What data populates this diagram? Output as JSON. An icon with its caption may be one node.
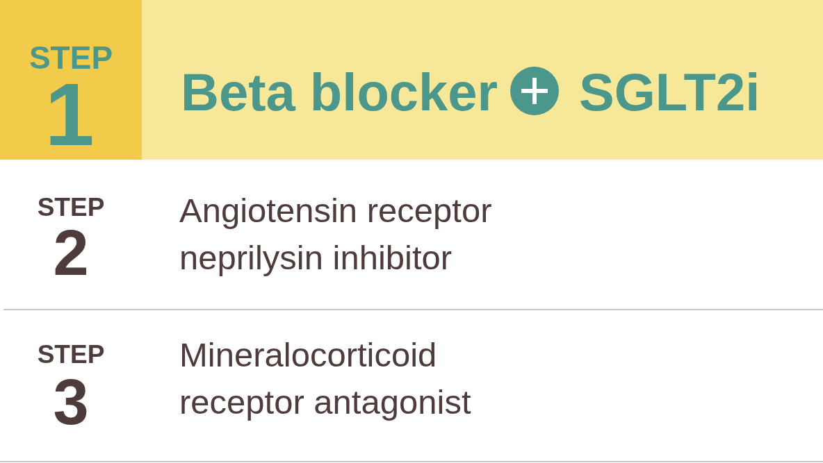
{
  "diagram": {
    "nodes": [
      {
        "text": [
          "Beta blocker",
          "SGLT2i"
        ]
      },
      {
        "text": [
          "STEP",
          "1"
        ],
        "in": 0
      },
      {
        "text": [
          "STEP",
          "2",
          "Angiotensin receptor neprilysin inhibitor"
        ]
      },
      {
        "text": [
          "STEP",
          "3",
          "Mineralocorticoid receptor antagonist"
        ]
      }
    ]
  }
}
